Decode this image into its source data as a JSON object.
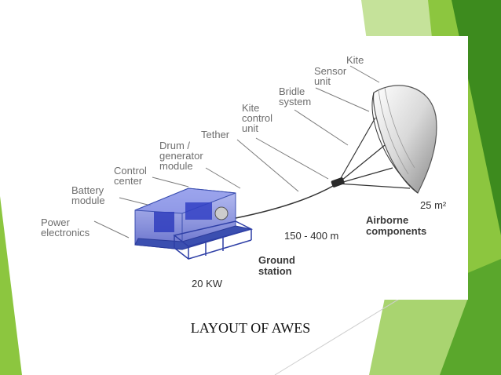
{
  "caption": "LAYOUT OF AWES",
  "labels": {
    "kite": "Kite",
    "sensor_unit": [
      "Sensor",
      "unit"
    ],
    "bridle_system": [
      "Bridle",
      "system"
    ],
    "kite_control_unit": [
      "Kite",
      "control",
      "unit"
    ],
    "tether": "Tether",
    "drum_generator_module": [
      "Drum /",
      "generator",
      "module"
    ],
    "control_center": [
      "Control",
      "center"
    ],
    "battery_module": [
      "Battery",
      "module"
    ],
    "power_electronics": [
      "Power",
      "electronics"
    ],
    "kite_area": "25 m²",
    "airborne_components": [
      "Airborne",
      "components"
    ],
    "tether_length": "150 - 400 m",
    "ground_station": [
      "Ground",
      "station"
    ],
    "power_rating": "20 KW"
  },
  "colors": {
    "accent_green": "#8cc63f",
    "dark_green": "#3d8b1e",
    "frame_blue": "#3b4fb0",
    "box_blue": "#4a5ad8",
    "label_gray": "#6d6d6d"
  }
}
